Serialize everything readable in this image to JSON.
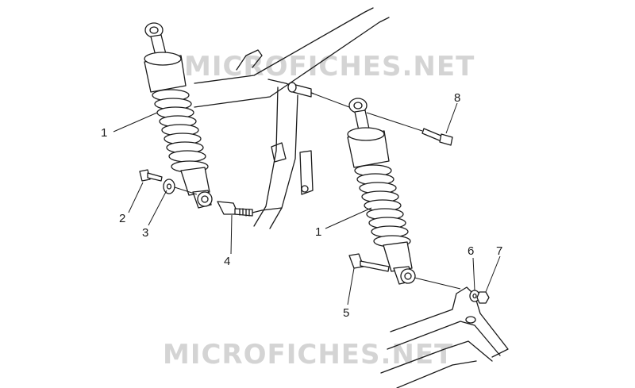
{
  "watermark": {
    "text_top": "MICROFICHES.NET",
    "text_bottom": "MICROFICHES.NET"
  },
  "callouts": {
    "left_shock": "1",
    "right_shock": "1",
    "upper_bolt": "2",
    "washer": "3",
    "stud": "4",
    "lower_bolt": "5",
    "washer_right": "6",
    "nut": "7",
    "top_bolt": "8"
  }
}
